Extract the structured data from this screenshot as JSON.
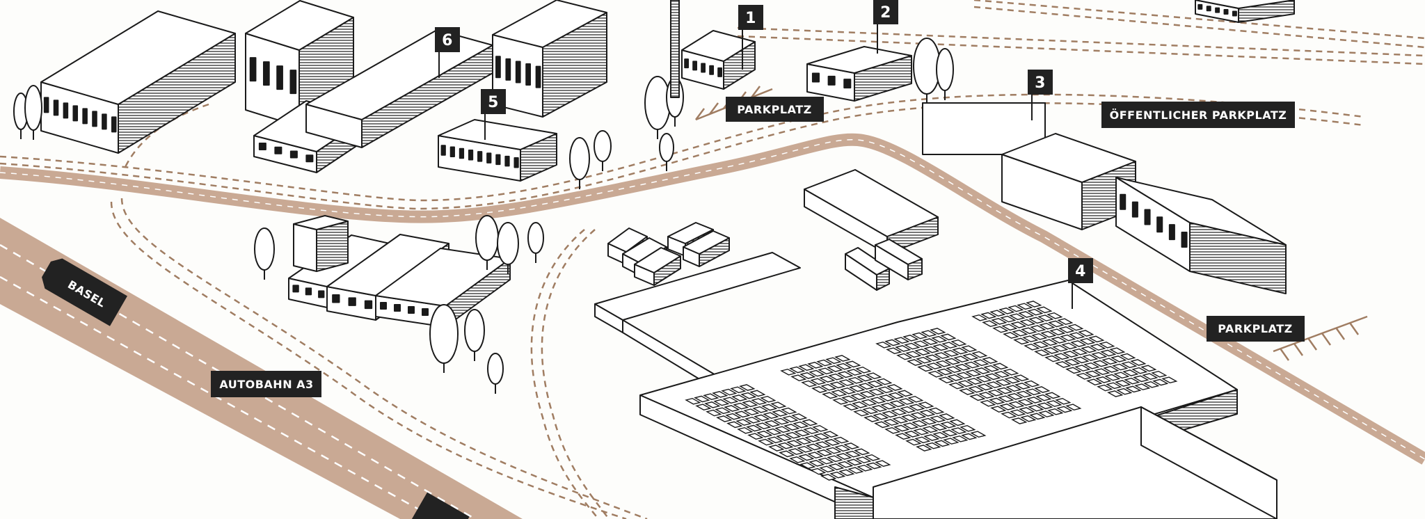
{
  "map": {
    "colors": {
      "background": "#fdfdfb",
      "road": "#c9a994",
      "ink": "#1a1a1a",
      "label_bg": "#222222",
      "label_text": "#ffffff",
      "dash": "#a07d62"
    },
    "markers": [
      {
        "number": "1"
      },
      {
        "number": "2"
      },
      {
        "number": "3"
      },
      {
        "number": "4"
      },
      {
        "number": "5"
      },
      {
        "number": "6"
      }
    ],
    "labels": {
      "parkplatz_top": "PARKPLATZ",
      "oeffentlicher_parkplatz": "ÖFFENTLICHER PARKPLATZ",
      "parkplatz_right": "PARKPLATZ",
      "autobahn": "AUTOBAHN A3",
      "basel": "BASEL"
    }
  }
}
